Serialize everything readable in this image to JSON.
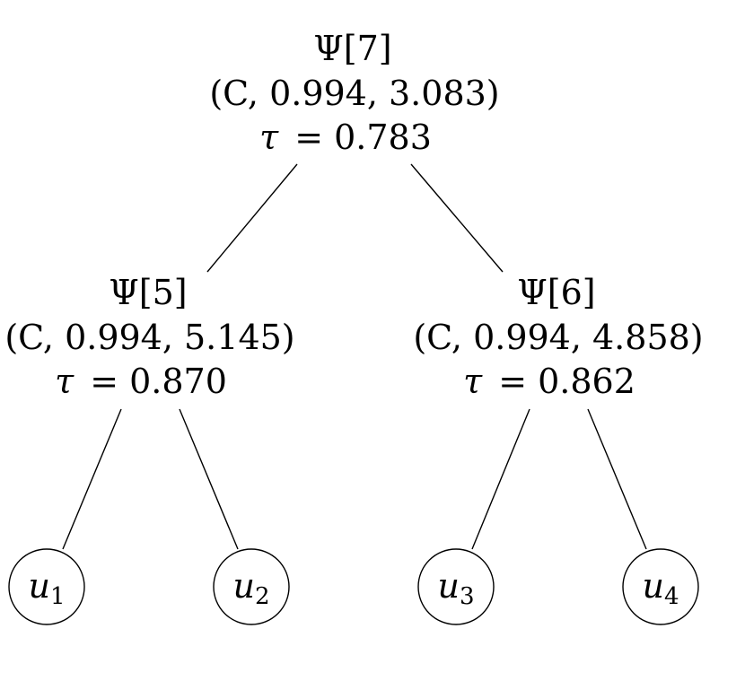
{
  "tree": {
    "root": {
      "name": "Ψ[7]",
      "params": "(C, 0.994, 3.083)",
      "tau_symbol": "τ",
      "tau_eq": "= 0.783"
    },
    "left": {
      "name": "Ψ[5]",
      "params": "(C, 0.994, 5.145)",
      "tau_symbol": "τ",
      "tau_eq": "= 0.870"
    },
    "right": {
      "name": "Ψ[6]",
      "params": "(C, 0.994, 4.858)",
      "tau_symbol": "τ",
      "tau_eq": "= 0.862"
    },
    "leaves": [
      {
        "var": "u",
        "sub": "1"
      },
      {
        "var": "u",
        "sub": "2"
      },
      {
        "var": "u",
        "sub": "3"
      },
      {
        "var": "u",
        "sub": "4"
      }
    ]
  }
}
